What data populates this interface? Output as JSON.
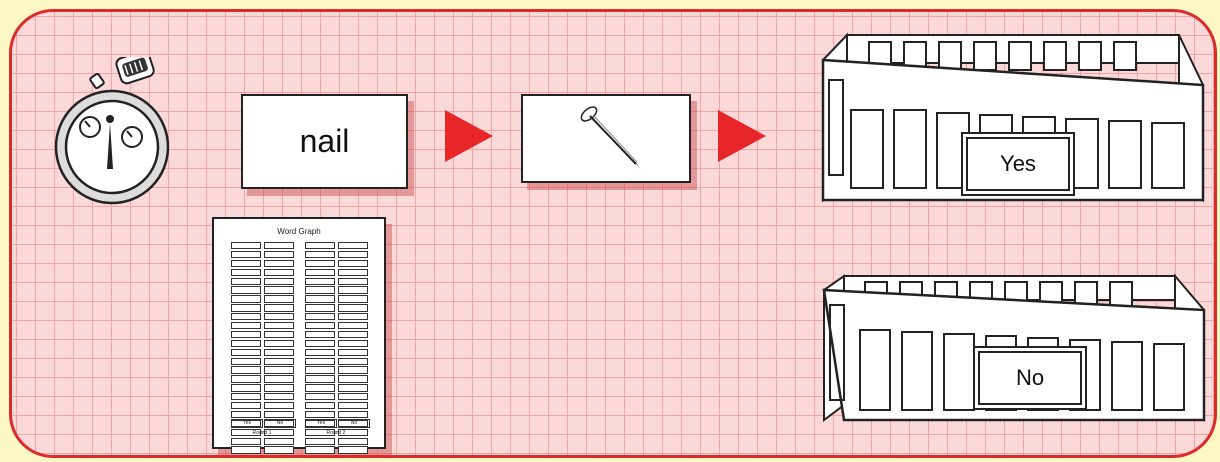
{
  "diagram": {
    "word_card": {
      "text": "nail"
    },
    "picture_card": {
      "image": "nail-icon"
    },
    "arrows": {
      "color": "#e8262a"
    },
    "stopwatch": {
      "icon": "stopwatch-icon"
    },
    "word_graph": {
      "title": "Word Graph",
      "columns": [
        "Yes",
        "No",
        "Yes",
        "No"
      ],
      "rounds": [
        "Round 1",
        "Round 2"
      ]
    },
    "bins": [
      {
        "label": "Yes"
      },
      {
        "label": "No"
      }
    ],
    "colors": {
      "panel_border": "#dc2b2b",
      "panel_fill": "#fcd9d9",
      "grid": "#f3a3a3",
      "page": "#fdf7c6"
    }
  }
}
